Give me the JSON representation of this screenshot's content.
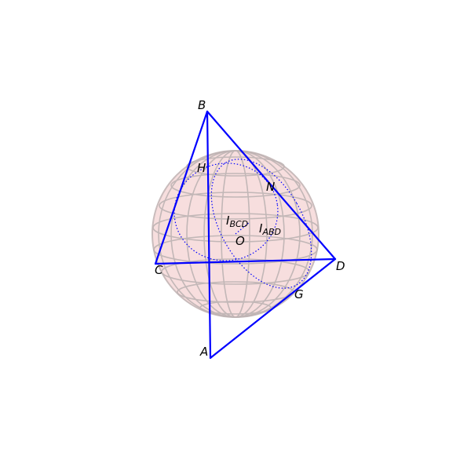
{
  "labels": {
    "B": "B",
    "H": "H",
    "N": "N",
    "I_BCD": "I",
    "I_BCD_sub": "BCD",
    "I_ABD": "I",
    "I_ABD_sub": "ABD",
    "O": "O",
    "C": "C",
    "D": "D",
    "G": "G",
    "A": "A"
  },
  "colors": {
    "edges": "#0000ff",
    "sphere_fill": "#f7dede",
    "sphere_grid": "#b9b3b3"
  }
}
